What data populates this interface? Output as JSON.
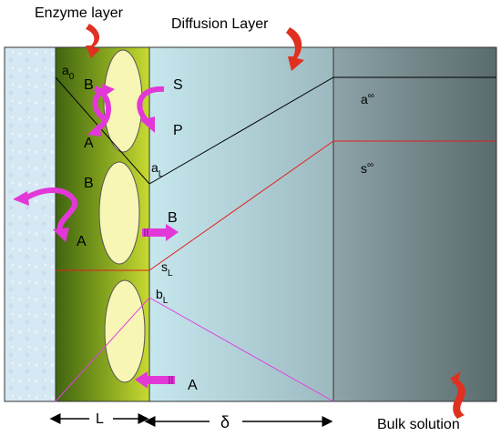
{
  "labels": {
    "enzyme_layer": "Enzyme layer",
    "diffusion_layer": "Diffusion Layer",
    "bulk_solution": "Bulk solution",
    "a0_main": "a",
    "a0_sub": "0",
    "aL_main": "a",
    "aL_sub": "L",
    "sL_main": "s",
    "sL_sub": "L",
    "bL_main": "b",
    "bL_sub": "L",
    "a_inf_main": "a",
    "a_inf_sup": "∞",
    "s_inf_main": "s",
    "s_inf_sup": "∞",
    "S": "S",
    "P": "P",
    "B_top": "B",
    "A_top": "A",
    "B_left": "B",
    "A_left": "A",
    "B_arrow": "B",
    "A_arrow": "A",
    "L": "L",
    "delta": "δ"
  },
  "colors": {
    "electrode": "#d8e9f4",
    "enzyme_dark": "#456b10",
    "enzyme_light": "#c3d630",
    "diffusion_left": "#bfe3ea",
    "diffusion_right": "#9fbcc3",
    "bulk_left": "#8aa0a4",
    "bulk_right": "#5d6f71",
    "ellipse": "#f8f6b4",
    "magenta_arrow": "#e238d8",
    "red_arrow": "#e03020",
    "line_a": "#000000",
    "line_s": "#e02020",
    "line_b": "#e040e0"
  }
}
